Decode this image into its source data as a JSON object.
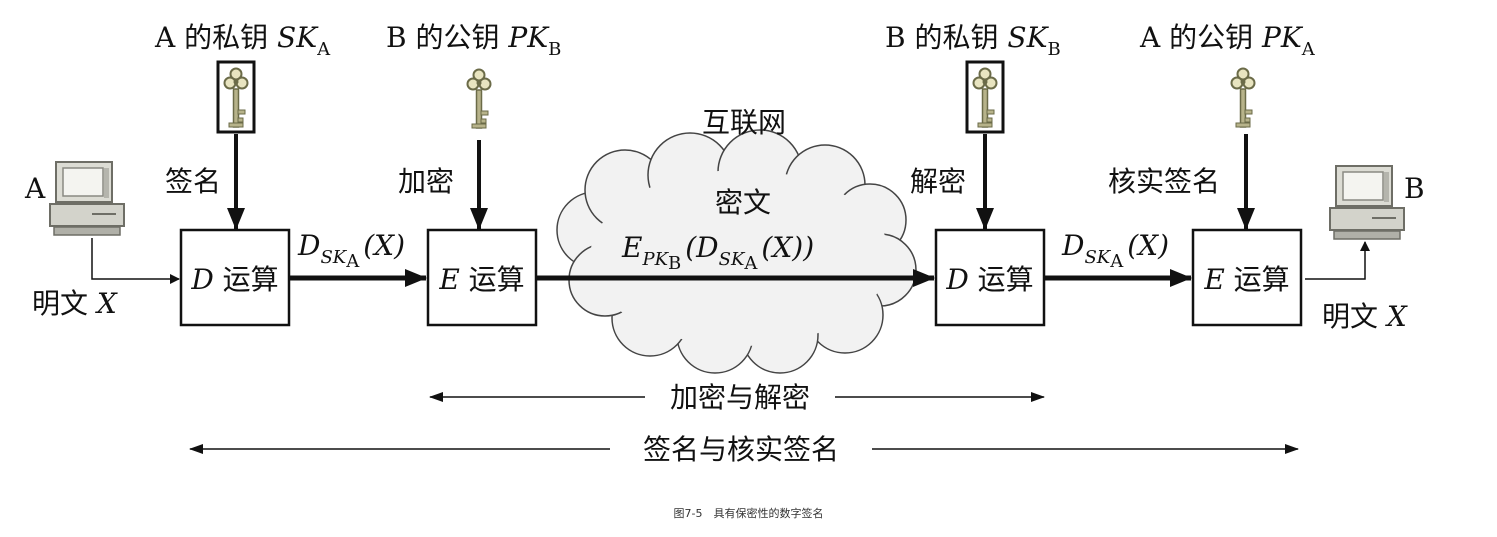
{
  "keys": {
    "a_private": {
      "prefix": "A 的私钥 ",
      "symbol": "SK",
      "sub": "A"
    },
    "b_public": {
      "prefix": "B 的公钥 ",
      "symbol": "PK",
      "sub": "B"
    },
    "b_private": {
      "prefix": "B 的私钥 ",
      "symbol": "SK",
      "sub": "B"
    },
    "a_public": {
      "prefix": "A 的公钥 ",
      "symbol": "PK",
      "sub": "A"
    }
  },
  "actions": {
    "sign": "签名",
    "encrypt": "加密",
    "decrypt": "解密",
    "verify": "核实签名"
  },
  "nodes": {
    "a": "A",
    "b": "B"
  },
  "boxes": {
    "op_d": "D",
    "op_e": "E",
    "op_text": " 运算"
  },
  "plaintext": {
    "text": "明文 ",
    "var": "X"
  },
  "internet": "互联网",
  "ciphertext": "密文",
  "signed": {
    "D": "D",
    "SK": "SK",
    "A": "A",
    "X": "(X)"
  },
  "cipher_expr": {
    "E": "E",
    "PK": "PK",
    "B": "B",
    "D": "(D",
    "SK": "SK",
    "A": "A",
    "X": "(X))"
  },
  "spans": {
    "enc_dec": "加密与解密",
    "sign_verify": "签名与核实签名"
  },
  "caption": "图7-5　具有保密性的数字签名"
}
